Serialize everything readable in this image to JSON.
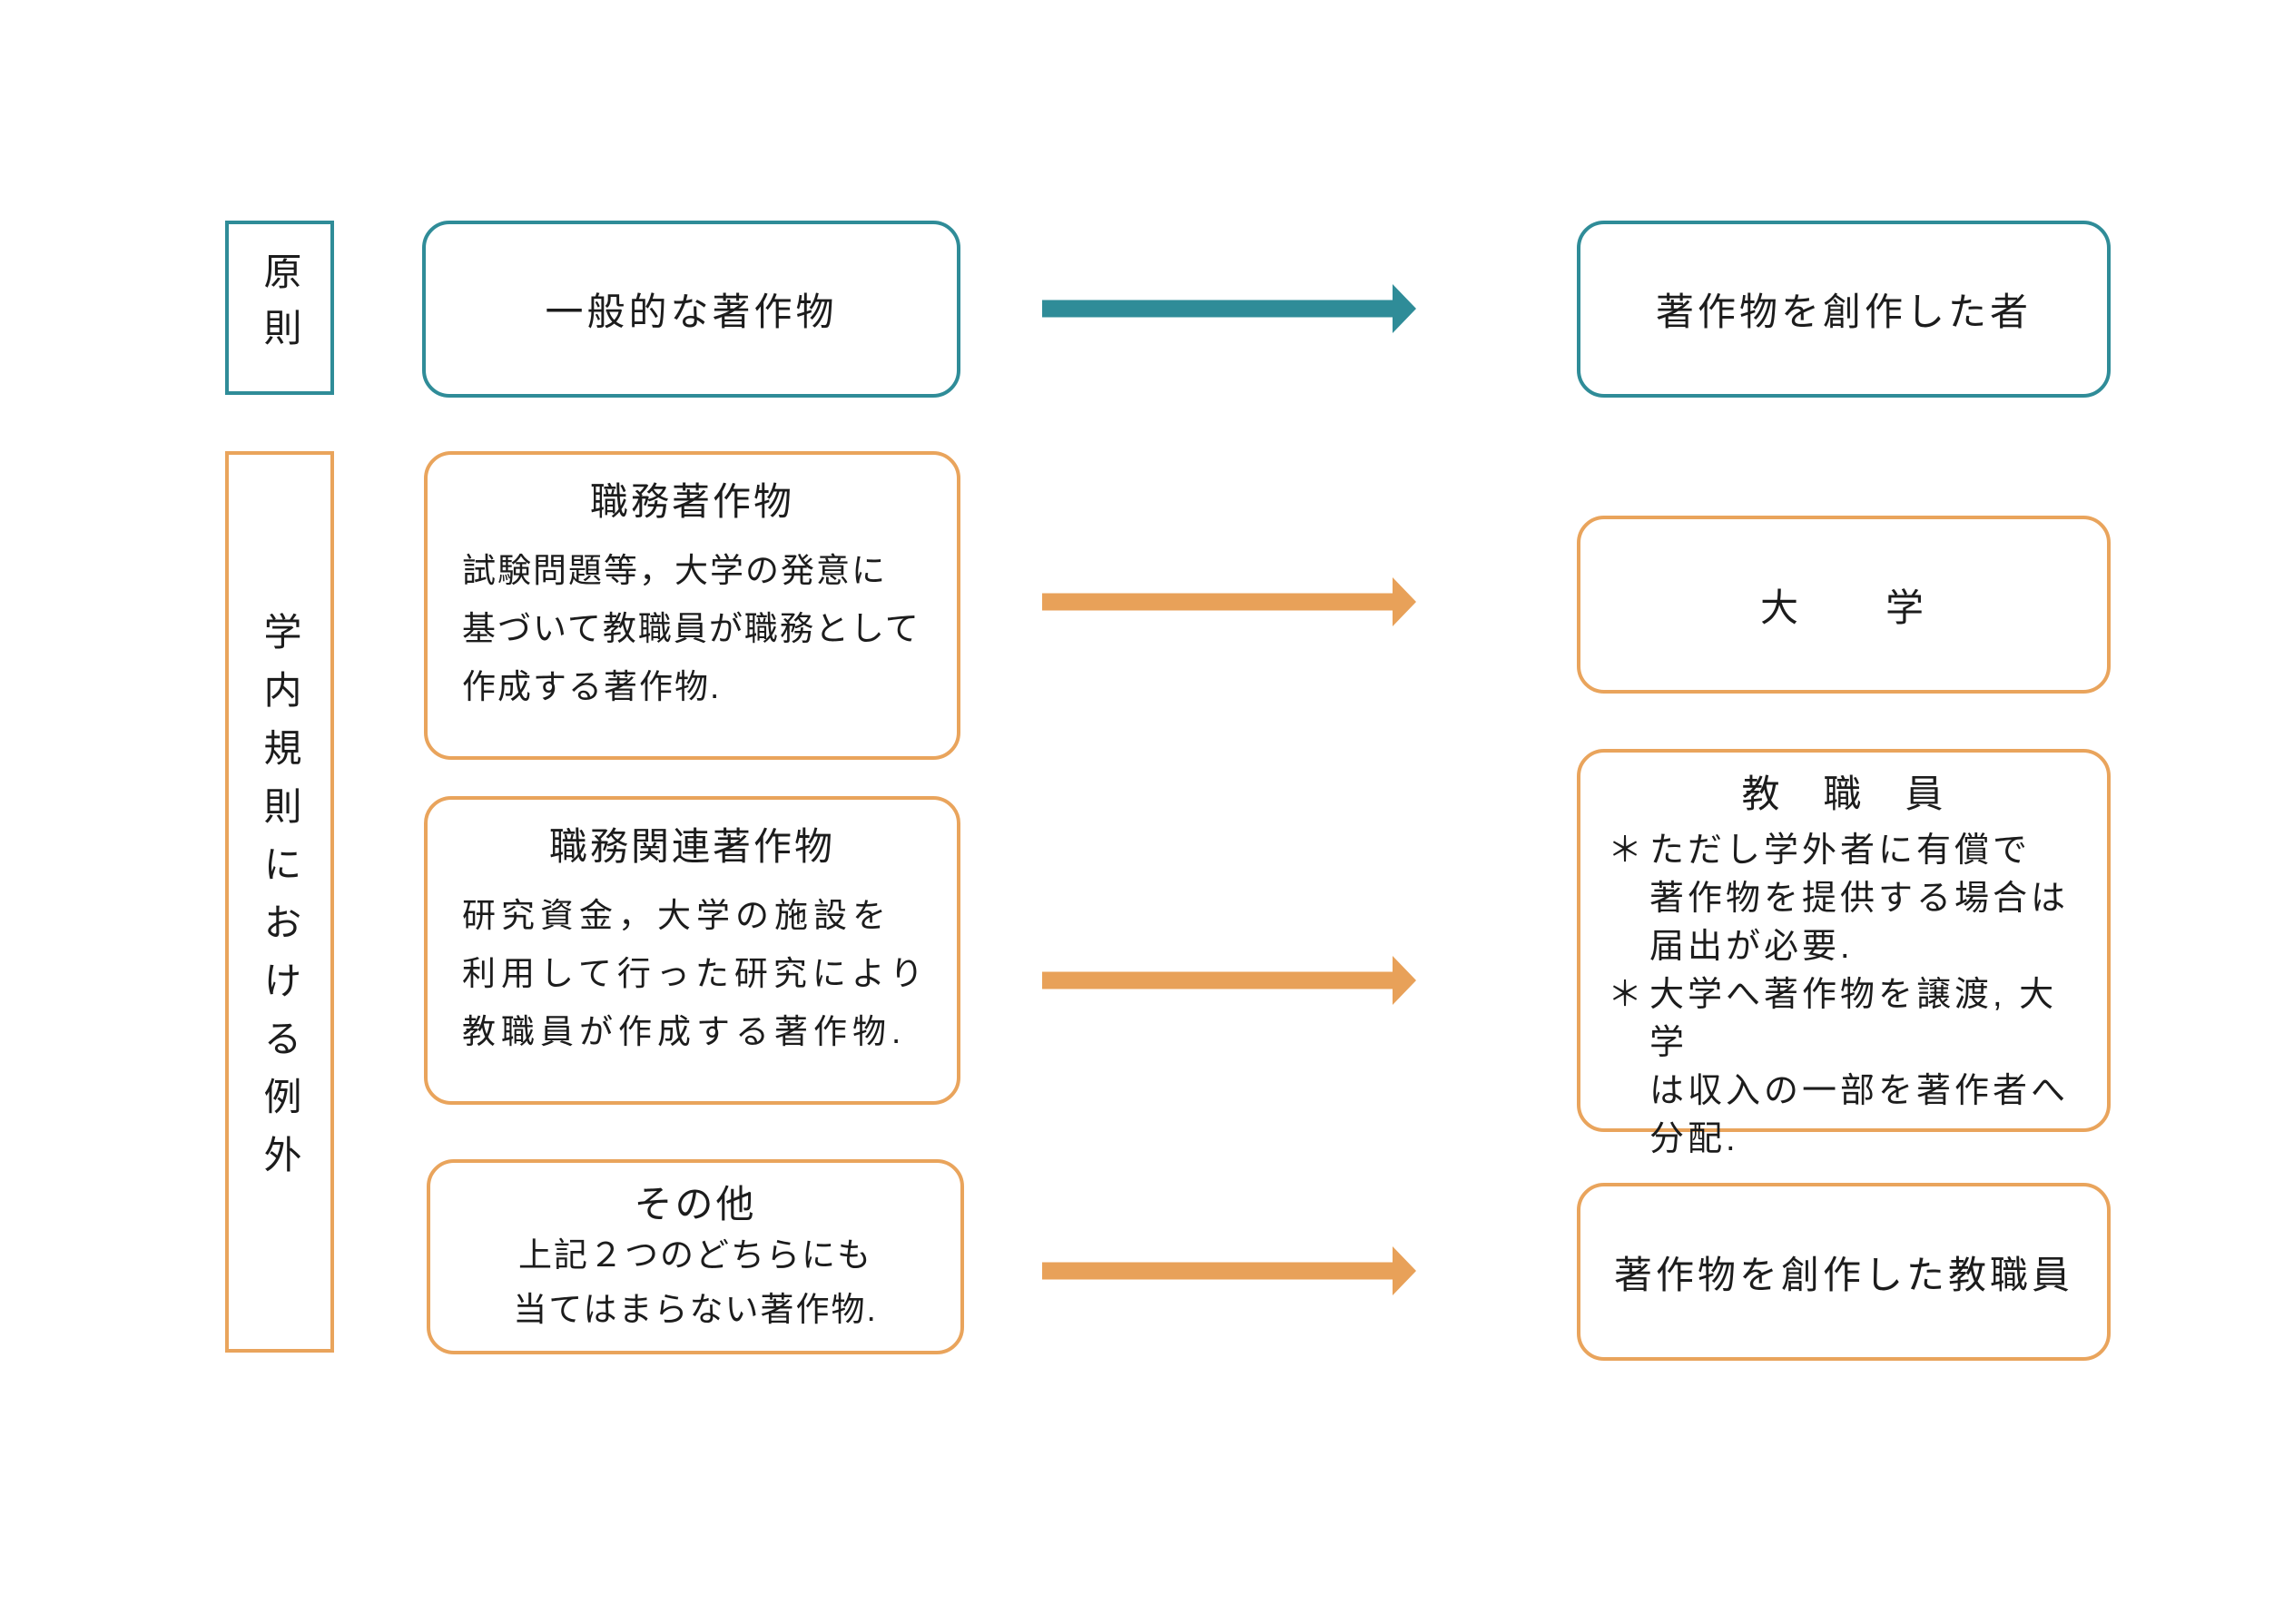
{
  "colors": {
    "teal": "#2f8c98",
    "orange": "#e9a45c",
    "arrow_orange": "#e8a159",
    "ink": "#1c1c1c",
    "background": "#ffffff"
  },
  "principle": {
    "label": "原則",
    "source": "一般的な著作物",
    "target": "著作物を創作した者"
  },
  "exceptions": {
    "label": "学内規則における例外",
    "row1": {
      "title": "職務著作物",
      "body": "試験問題等，大学の発意に\n基づいて教職員が職務として\n作成する著作物.",
      "target": "大　　学"
    },
    "row2": {
      "title": "職務関連著作物",
      "body": "研究資金，大学の施設を\n利用して行った研究により\n教職員が作成する著作物.",
      "target": {
        "title": "教　職　員",
        "notes": [
          {
            "marker": "＊",
            "text": "ただし学外者に有償で\n著作物を提供する場合は\n届出が必要."
          },
          {
            "marker": "＊",
            "text": "大学へ著作物を譲渡, 大学\nは収入の一部を著作者へ\n分配."
          }
        ]
      }
    },
    "row3": {
      "title": "その他",
      "body": "上記２つのどちらにも\n当てはまらない著作物.",
      "target": "著作物を創作した教職員"
    }
  }
}
